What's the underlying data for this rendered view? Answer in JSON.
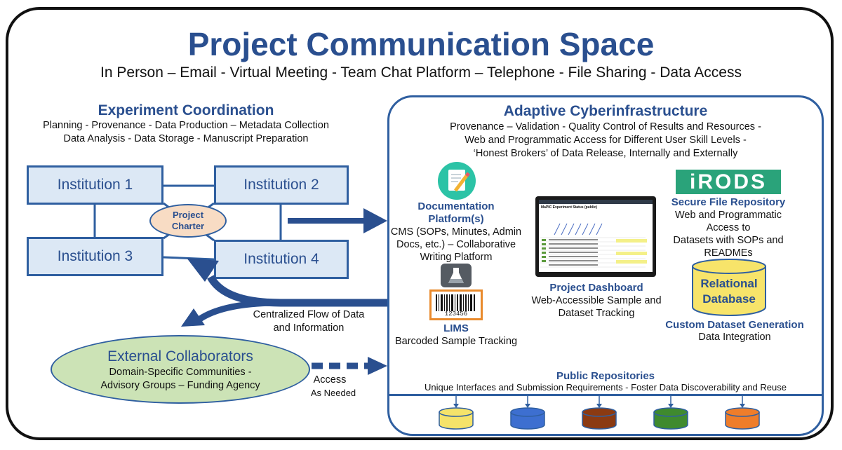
{
  "title": "Project Communication Space",
  "subtitle": "In Person – Email - Virtual Meeting - Team Chat Platform – Telephone - File Sharing - Data Access",
  "coordination": {
    "heading": "Experiment Coordination",
    "line1": "Planning - Provenance - Data Production – Metadata Collection",
    "line2": "Data Analysis - Data Storage - Manuscript Preparation",
    "institutions": [
      "Institution 1",
      "Institution 2",
      "Institution 3",
      "Institution 4"
    ],
    "charter_line1": "Project",
    "charter_line2": "Charter"
  },
  "flow": {
    "line1": "Centralized Flow of Data",
    "line2": "and Information"
  },
  "external": {
    "heading": "External Collaborators",
    "line1": "Domain-Specific Communities -",
    "line2": "Advisory Groups – Funding Agency",
    "access1": "Access",
    "access2": "As Needed"
  },
  "cyber": {
    "heading": "Adaptive Cyberinfrastructure",
    "line1": "Provenance – Validation - Quality Control of Results and Resources -",
    "line2": "Web and Programmatic Access for Different User Skill Levels -",
    "line3": "‘Honest Brokers’ of Data Release, Internally and Externally"
  },
  "documentation": {
    "title1": "Documentation",
    "title2": "Platform(s)",
    "desc1": "CMS (SOPs, Minutes, Admin",
    "desc2": "Docs, etc.) – Collaborative",
    "desc3": "Writing Platform"
  },
  "lims": {
    "barcode_number": "123456",
    "title": "LIMS",
    "desc": "Barcoded Sample Tracking"
  },
  "dashboard": {
    "screen_title": "MaPIC Experiment Status (public)",
    "title": "Project Dashboard",
    "desc1": "Web-Accessible Sample and",
    "desc2": "Dataset Tracking"
  },
  "irods": {
    "logo": "iRODS",
    "title": "Secure File Repository",
    "desc1": "Web and Programmatic",
    "desc2": "Access to",
    "desc3": "Datasets with SOPs and",
    "desc4": "READMEs"
  },
  "relational": {
    "line1": "Relational",
    "line2": "Database"
  },
  "custom": {
    "title": "Custom Dataset Generation",
    "desc": "Data Integration"
  },
  "public": {
    "title": "Public Repositories",
    "desc": "Unique Interfaces and Submission Requirements - Foster Data Discoverability and Reuse",
    "repo_colors": [
      "#f5e36a",
      "#3d6fd0",
      "#8b3a12",
      "#3f8a2e",
      "#ef7d2a"
    ]
  },
  "colors": {
    "title_blue": "#2a4f8f",
    "border_blue": "#2f5fa0",
    "arrow_blue": "#2a4f8f",
    "institution_fill": "#dce8f5",
    "charter_fill": "#f8dcc4",
    "external_fill": "#cce3b6",
    "relational_fill": "#f7e46a"
  }
}
